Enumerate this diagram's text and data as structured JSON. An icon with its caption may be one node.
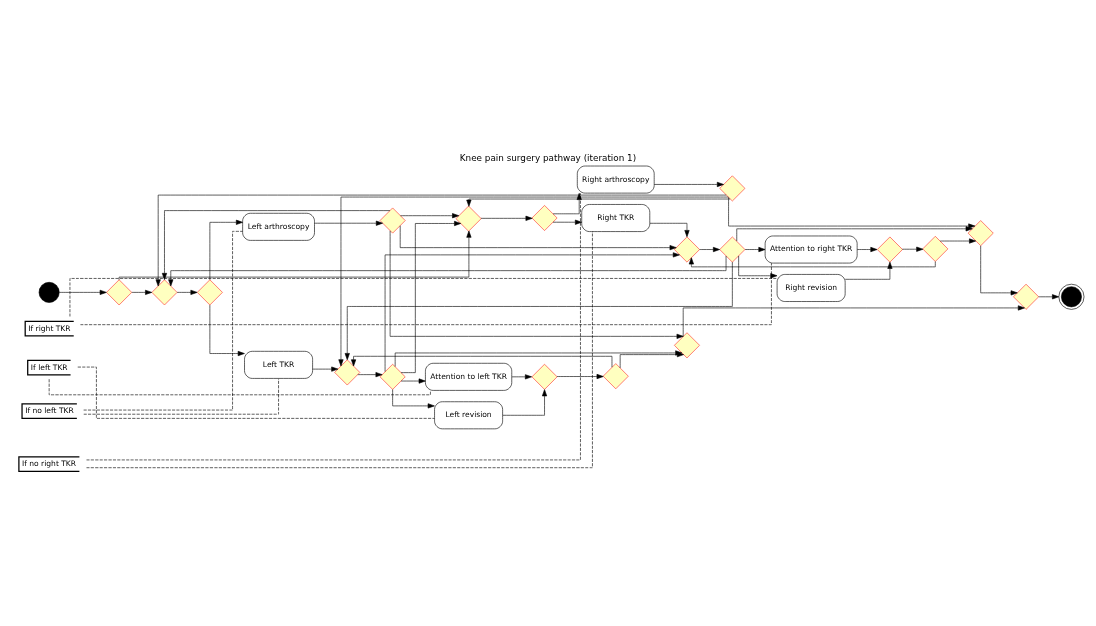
{
  "diagram": {
    "title": "Knee pain surgery pathway (iteration 1)",
    "nodes": [
      {
        "text": [],
        "shape": "circle"
      },
      {
        "text": [],
        "shape": "diamond"
      },
      {
        "text": [],
        "shape": "diamond"
      },
      {
        "text": [],
        "shape": "diamond"
      },
      {
        "text": [
          "Left arthroscopy"
        ]
      },
      {
        "text": [
          "Left TKR"
        ]
      },
      {
        "text": [
          "If no left TKR"
        ]
      },
      {
        "text": [],
        "shape": "diamond"
      },
      {
        "text": [],
        "shape": "diamond"
      },
      {
        "text": [],
        "shape": "diamond"
      },
      {
        "text": [
          "Attention to left TKR"
        ]
      },
      {
        "text": [
          "Left revision"
        ]
      },
      {
        "text": [
          "If left TKR"
        ]
      },
      {
        "text": [],
        "shape": "diamond"
      },
      {
        "text": [],
        "shape": "diamond"
      },
      {
        "text": [],
        "shape": "diamond"
      },
      {
        "text": [],
        "shape": "diamond"
      },
      {
        "text": [],
        "shape": "diamond"
      },
      {
        "text": [
          "Right TKR"
        ]
      },
      {
        "text": [
          "Right arthroscopy"
        ]
      },
      {
        "text": [
          "If no right TKR"
        ]
      },
      {
        "text": [],
        "shape": "diamond"
      },
      {
        "text": [],
        "shape": "diamond"
      },
      {
        "text": [],
        "shape": "diamond"
      },
      {
        "text": [
          "Right revision"
        ]
      },
      {
        "text": [
          "Attention to right TKR"
        ]
      },
      {
        "text": [
          "If right TKR"
        ]
      },
      {
        "text": [],
        "shape": "diamond"
      },
      {
        "text": [],
        "shape": "diamond"
      },
      {
        "text": [],
        "shape": "diamond"
      },
      {
        "text": [],
        "shape": "diamond"
      },
      {
        "text": [],
        "shape": "circle"
      }
    ],
    "edges": [
      {
        "from": 0,
        "to": 1,
        "arrow": "to"
      },
      {
        "from": 1,
        "to": 2,
        "arrow": "to"
      },
      {
        "from": 1,
        "to": 16,
        "arrow": "to"
      },
      {
        "from": 2,
        "to": 3,
        "arrow": "to"
      },
      {
        "from": 3,
        "to": 4,
        "arrow": "to"
      },
      {
        "from": 3,
        "to": 5,
        "arrow": "to"
      },
      {
        "from": 6,
        "to": 4,
        "arrow": "none",
        "style": "dashed"
      },
      {
        "from": 6,
        "to": 5,
        "arrow": "none",
        "style": "dashed"
      },
      {
        "from": 4,
        "to": 7,
        "arrow": "to"
      },
      {
        "from": 5,
        "to": 8,
        "arrow": "to"
      },
      {
        "from": 7,
        "to": 2,
        "arrow": "to"
      },
      {
        "from": 7,
        "to": 15,
        "arrow": "to"
      },
      {
        "from": 7,
        "to": 16,
        "arrow": "to"
      },
      {
        "from": 7,
        "to": 22,
        "arrow": "to"
      },
      {
        "from": 8,
        "to": 9,
        "arrow": "to"
      },
      {
        "from": 9,
        "to": 10,
        "arrow": "to"
      },
      {
        "from": 9,
        "to": 11,
        "arrow": "to"
      },
      {
        "from": 12,
        "to": 10,
        "arrow": "none",
        "style": "dashed"
      },
      {
        "from": 12,
        "to": 11,
        "arrow": "none",
        "style": "dashed"
      },
      {
        "from": 10,
        "to": 13,
        "arrow": "to"
      },
      {
        "from": 11,
        "to": 13,
        "arrow": "to"
      },
      {
        "from": 13,
        "to": 14,
        "arrow": "to"
      },
      {
        "from": 14,
        "to": 15,
        "arrow": "to"
      },
      {
        "from": 14,
        "to": 8,
        "arrow": "to"
      },
      {
        "from": 9,
        "to": 16,
        "arrow": "to"
      },
      {
        "from": 9,
        "to": 15,
        "arrow": "to"
      },
      {
        "from": 9,
        "to": 22,
        "arrow": "to"
      },
      {
        "from": 15,
        "to": 30,
        "arrow": "to"
      },
      {
        "from": 16,
        "to": 17,
        "arrow": "to"
      },
      {
        "from": 17,
        "to": 18,
        "arrow": "to"
      },
      {
        "from": 17,
        "to": 19,
        "arrow": "to"
      },
      {
        "from": 20,
        "to": 18,
        "arrow": "none",
        "style": "dashed"
      },
      {
        "from": 20,
        "to": 19,
        "arrow": "none",
        "style": "dashed"
      },
      {
        "from": 18,
        "to": 22,
        "arrow": "to"
      },
      {
        "from": 19,
        "to": 21,
        "arrow": "to"
      },
      {
        "from": 21,
        "to": 16,
        "arrow": "to"
      },
      {
        "from": 21,
        "to": 29,
        "arrow": "to"
      },
      {
        "from": 21,
        "to": 2,
        "arrow": "to"
      },
      {
        "from": 21,
        "to": 8,
        "arrow": "to"
      },
      {
        "from": 22,
        "to": 23,
        "arrow": "to"
      },
      {
        "from": 23,
        "to": 24,
        "arrow": "to"
      },
      {
        "from": 23,
        "to": 25,
        "arrow": "to"
      },
      {
        "from": 26,
        "to": 24,
        "arrow": "none",
        "style": "dashed"
      },
      {
        "from": 26,
        "to": 25,
        "arrow": "none",
        "style": "dashed"
      },
      {
        "from": 24,
        "to": 27,
        "arrow": "to"
      },
      {
        "from": 25,
        "to": 27,
        "arrow": "to"
      },
      {
        "from": 27,
        "to": 28,
        "arrow": "to"
      },
      {
        "from": 28,
        "to": 29,
        "arrow": "to"
      },
      {
        "from": 28,
        "to": 22,
        "arrow": "to"
      },
      {
        "from": 23,
        "to": 2,
        "arrow": "to"
      },
      {
        "from": 23,
        "to": 29,
        "arrow": "to"
      },
      {
        "from": 23,
        "to": 8,
        "arrow": "to"
      },
      {
        "from": 29,
        "to": 30,
        "arrow": "to"
      },
      {
        "from": 30,
        "to": 31,
        "arrow": "to"
      }
    ]
  }
}
